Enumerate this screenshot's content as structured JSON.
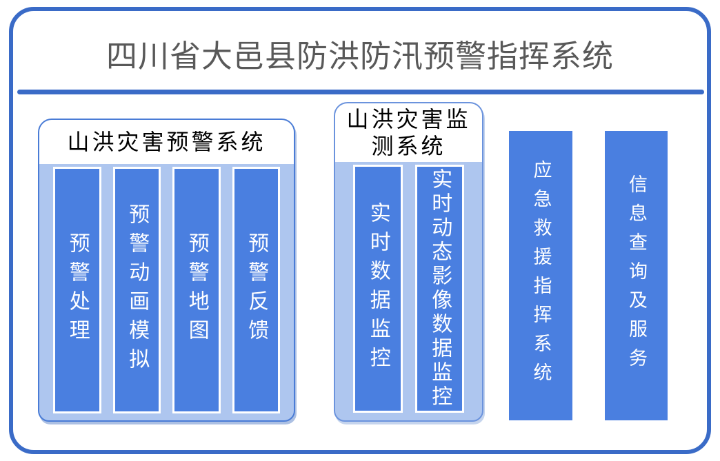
{
  "page": {
    "title": "四川省大邑县防洪防汛预警指挥系统",
    "colors": {
      "frame_border": "#3A6BC7",
      "pillar_blue": "#4A7FE0",
      "panel_light_blue": "#AEC6EF",
      "title_text": "#595959",
      "header_text": "#000000",
      "pillar_text": "#FFFFFF"
    }
  },
  "systems": [
    {
      "name": "山洪灾害预警系统",
      "modules": [
        "预警处理",
        "预警动画模拟",
        "预警地图",
        "预警反馈"
      ]
    },
    {
      "name": "山洪灾害监测系统",
      "modules": [
        "实时数据监控",
        "实时动态影像数据监控"
      ]
    },
    {
      "name": "应急救援指挥系统",
      "modules": []
    },
    {
      "name": "信息查询及服务",
      "modules": []
    }
  ]
}
